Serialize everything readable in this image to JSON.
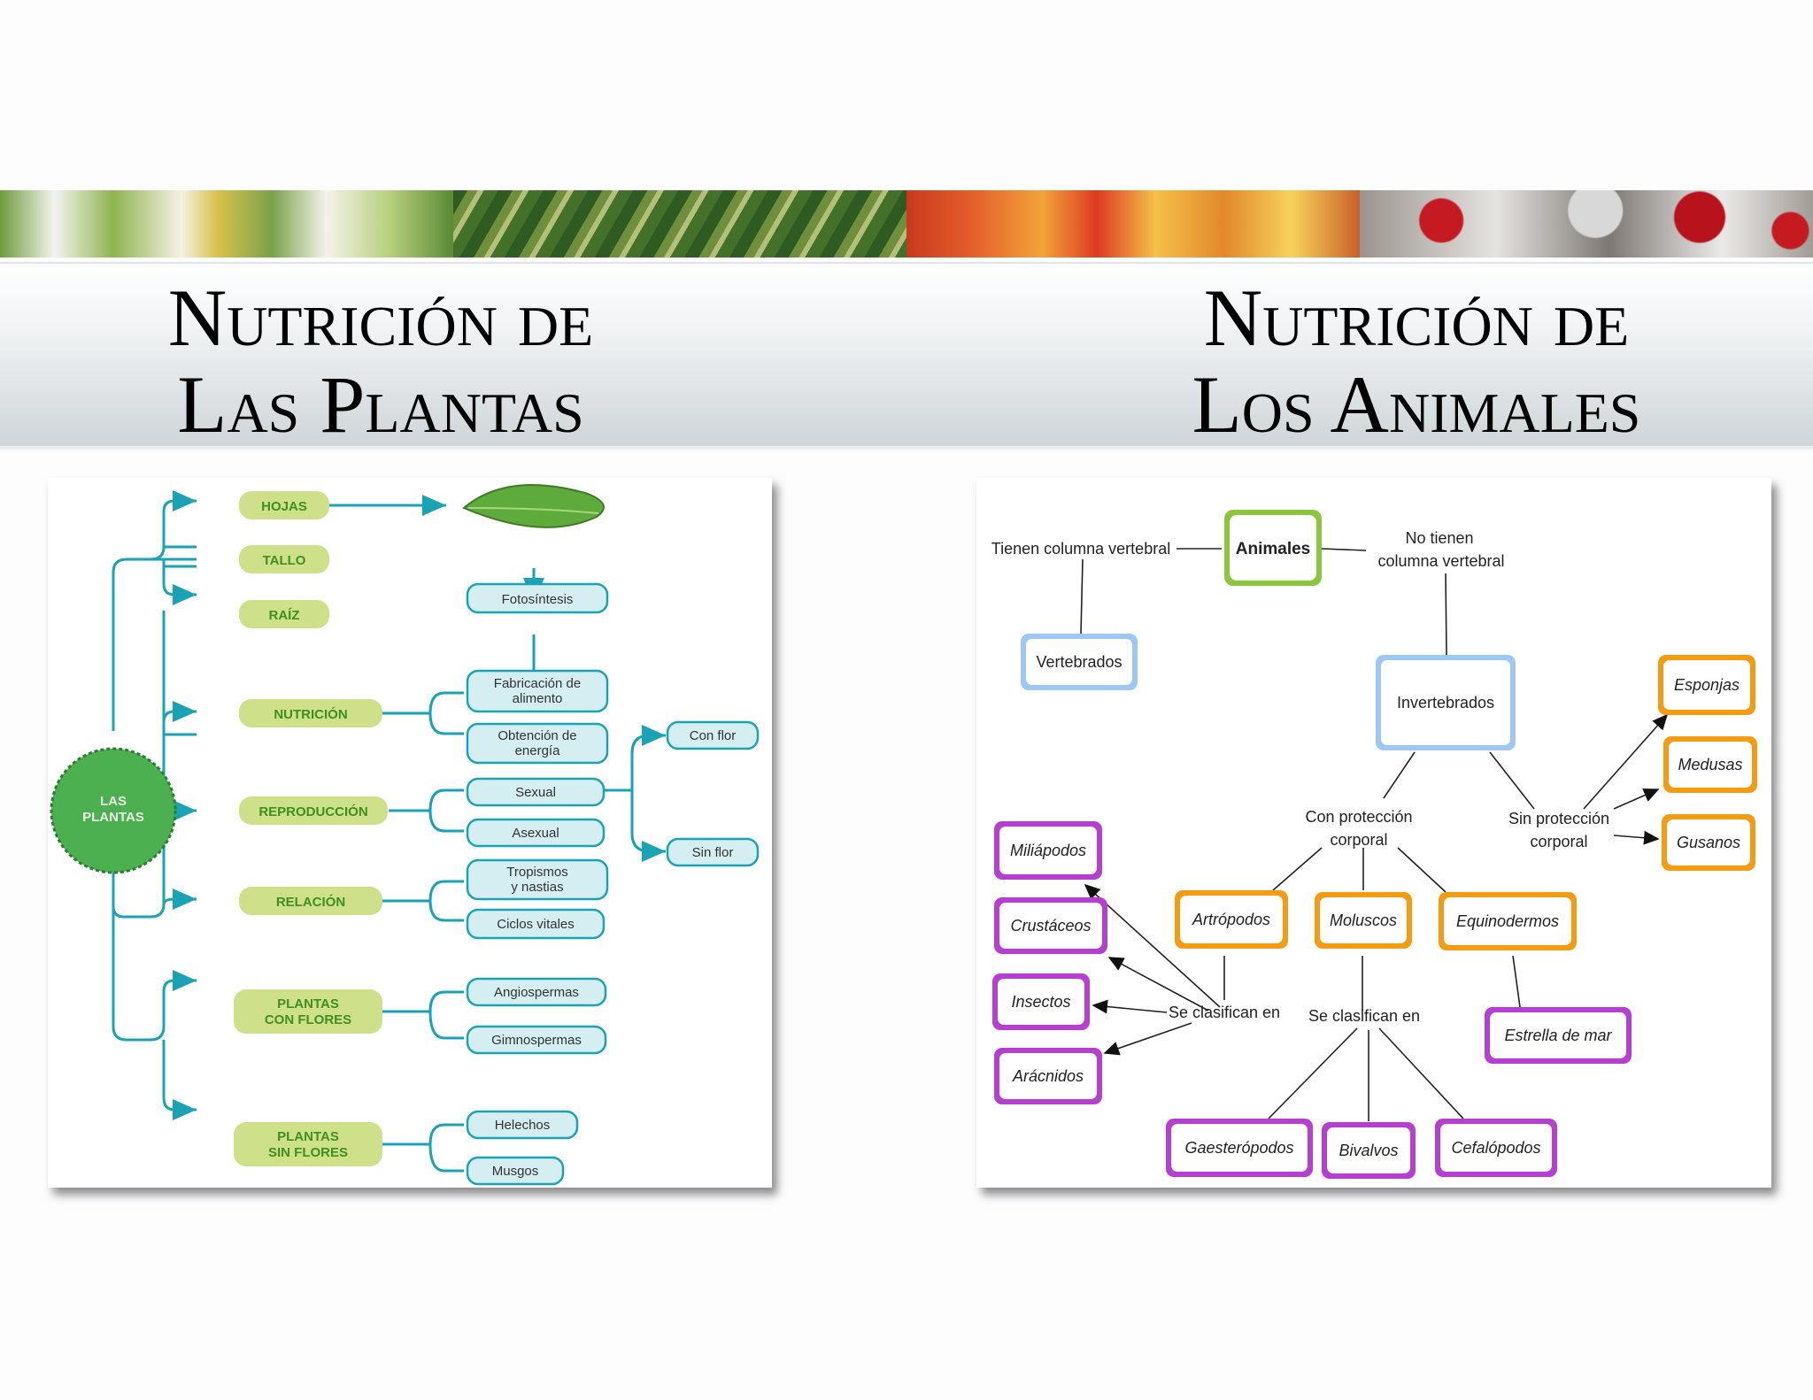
{
  "slide": {
    "title_left": "Nutrición de Las Plantas",
    "title_right": "Nutrición de Los Animales"
  },
  "plants": {
    "root": "LAS PLANTAS",
    "hojas": "HOJAS",
    "tallo": "TALLO",
    "raiz": "RAÍZ",
    "nutricion": "NUTRICIÓN",
    "reproduccion": "REPRODUCCIÓN",
    "relacion": "RELACIÓN",
    "con_flores": "PLANTAS CON FLORES",
    "sin_flores": "PLANTAS SIN FLORES",
    "fotosintesis": "Fotosíntesis",
    "fabricacion": "Fabricación de alimento",
    "obtencion": "Obtención de energía",
    "sexual": "Sexual",
    "asexual": "Asexual",
    "tropismos": "Tropismos y nastias",
    "ciclos": "Ciclos vitales",
    "angiospermas": "Angiospermas",
    "gimnospermas": "Gimnospermas",
    "helechos": "Helechos",
    "musgos": "Musgos",
    "con_flor": "Con flor",
    "sin_flor": "Sin flor"
  },
  "animals": {
    "animales": "Animales",
    "tienen_columna": "Tienen columna vertebral",
    "no_tienen": "No tienen columna vertebral",
    "vertebrados": "Vertebrados",
    "invertebrados": "Invertebrados",
    "con_proteccion": "Con protección corporal",
    "sin_proteccion": "Sin protección corporal",
    "esponjas": "Esponjas",
    "medusas": "Medusas",
    "gusanos": "Gusanos",
    "artropodos": "Artrópodos",
    "moluscos": "Moluscos",
    "equinodermos": "Equinodermos",
    "miliapodos": "Miliápodos",
    "crustaceos": "Crustáceos",
    "insectos": "Insectos",
    "aracnidos": "Arácnidos",
    "se_clasifican_1": "Se clasifican en",
    "se_clasifican_2": "Se clasifican en",
    "estrella": "Estrella de mar",
    "gaesteropodos": "Gaesterópodos",
    "bivalvos": "Bivalvos",
    "cefalopodos": "Cefalópodos"
  },
  "colors": {
    "teal": "#1aa3b4",
    "plant_green": "#cfe08a",
    "plant_text": "#3f8f22",
    "light_blue": "#d4eef2",
    "animal_green": "#8cc63f",
    "animal_blue": "#9ec8f2",
    "animal_orange": "#f39c12",
    "animal_purple": "#b53fd1"
  }
}
